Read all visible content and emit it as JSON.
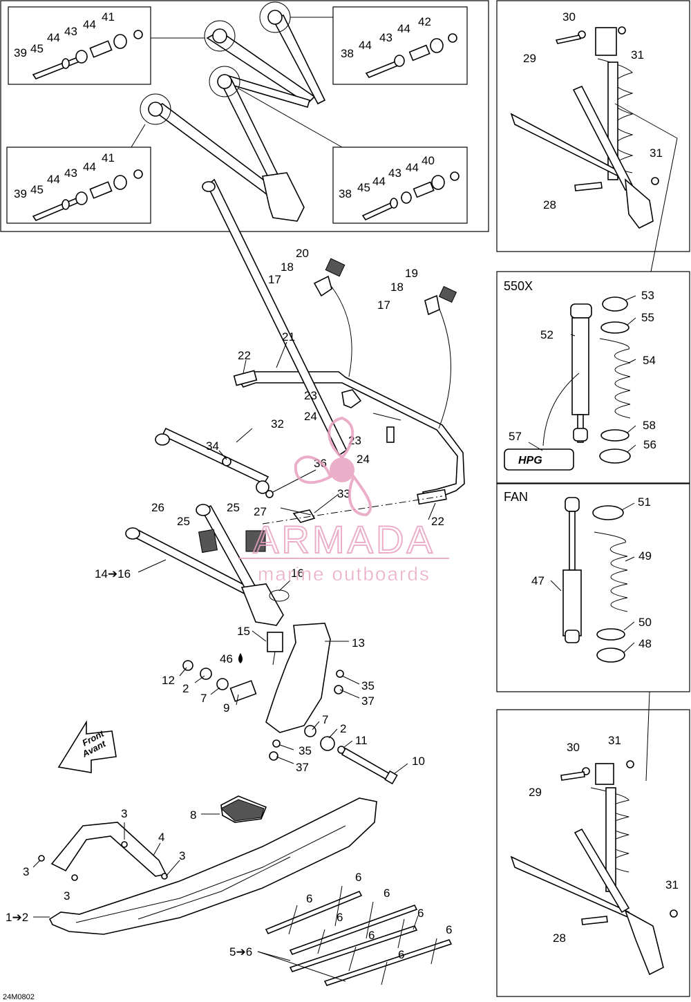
{
  "panels": {
    "variant_550x": "550X",
    "variant_fan": "FAN"
  },
  "callouts": [
    "39",
    "45",
    "44",
    "43",
    "44",
    "41",
    "38",
    "44",
    "43",
    "44",
    "42",
    "39",
    "45",
    "44",
    "43",
    "44",
    "41",
    "38",
    "45",
    "44",
    "43",
    "44",
    "40",
    "30",
    "29",
    "31",
    "31",
    "28",
    "20",
    "18",
    "17",
    "19",
    "18",
    "17",
    "21",
    "22",
    "23",
    "24",
    "32",
    "23",
    "24",
    "34",
    "36",
    "33",
    "26",
    "25",
    "25",
    "27",
    "14➔16",
    "16",
    "22",
    "13",
    "15",
    "46",
    "12",
    "2",
    "7",
    "9",
    "35",
    "37",
    "7",
    "2",
    "11",
    "35",
    "37",
    "10",
    "53",
    "55",
    "52",
    "54",
    "57",
    "58",
    "56",
    "51",
    "49",
    "47",
    "50",
    "48",
    "30",
    "31",
    "29",
    "31",
    "28",
    "8",
    "3",
    "4",
    "3",
    "3",
    "3",
    "6",
    "6",
    "6",
    "6",
    "6",
    "6",
    "6",
    "6",
    "6",
    "1➔2",
    "5➔6"
  ],
  "front_arrow": {
    "line1": "Front",
    "line2": "Avant"
  },
  "logo": {
    "name": "ARMADA",
    "tagline": "marine outboards",
    "icon": "propeller-icon",
    "color": "#e8a0c0"
  },
  "hpg_label": "HPG",
  "figure_code": "24M0802"
}
